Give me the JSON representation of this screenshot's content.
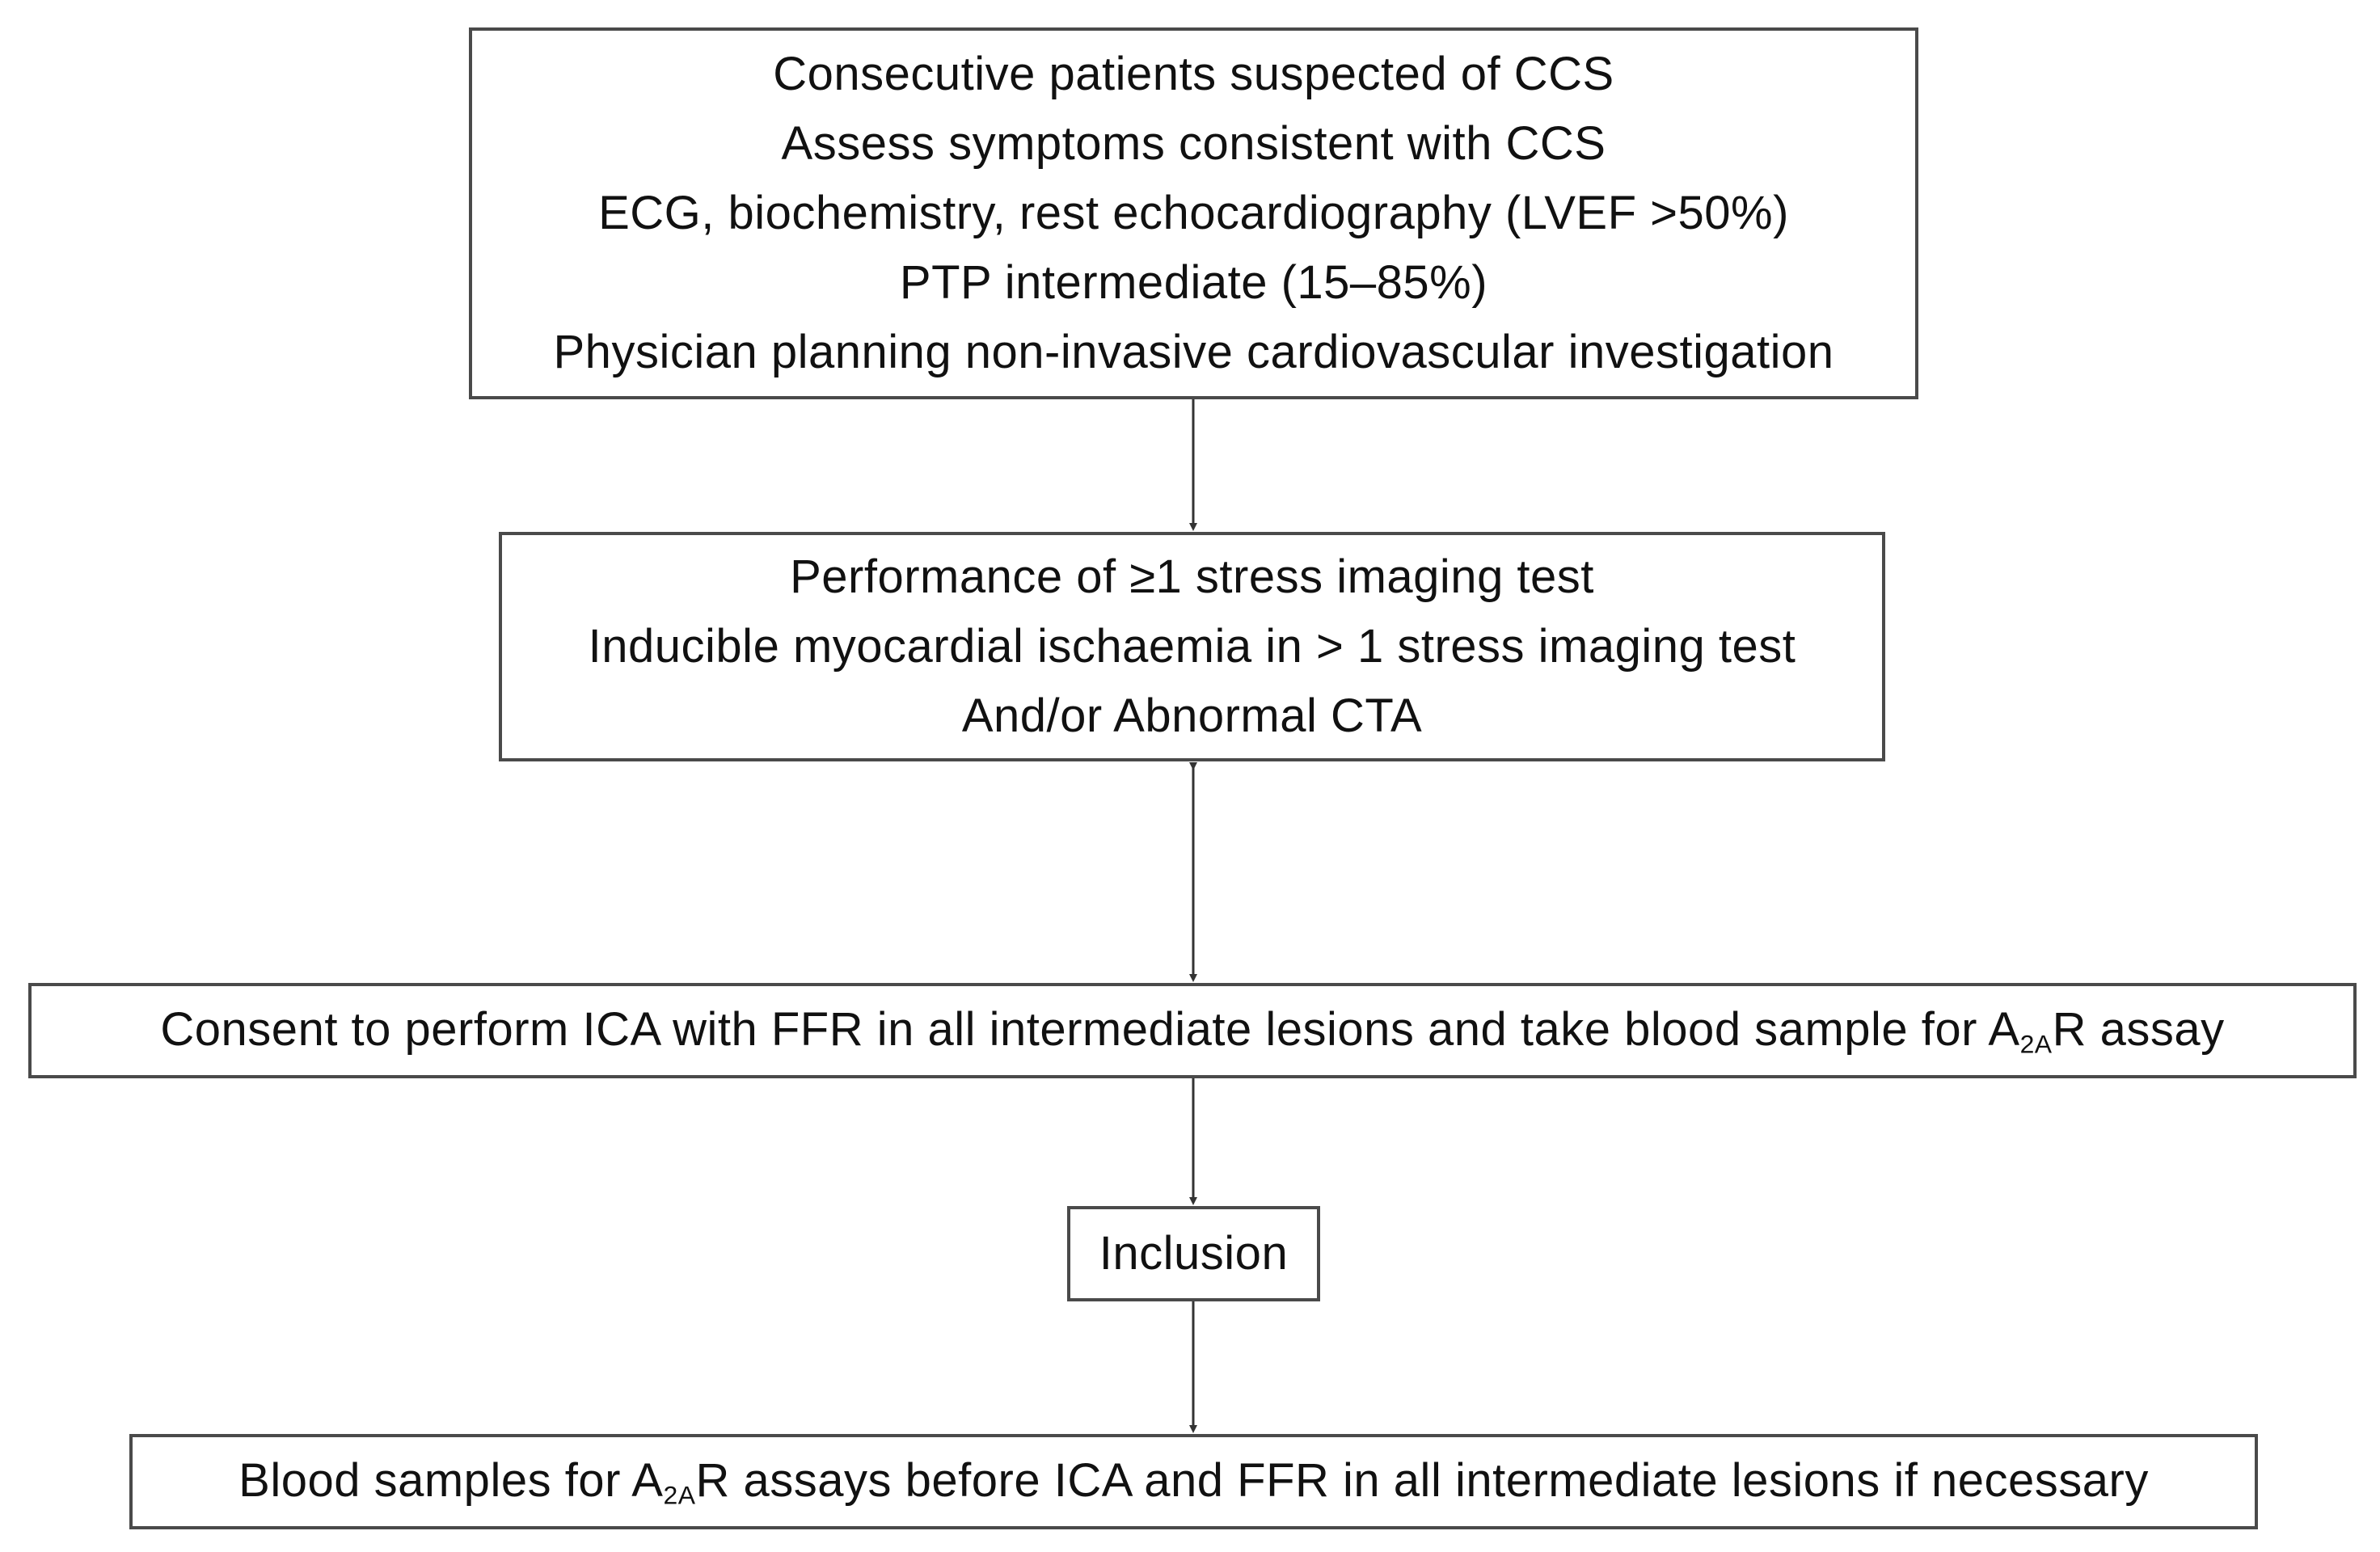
{
  "boxes": {
    "criteria": {
      "lines": [
        "Consecutive patients suspected of CCS",
        "Assess symptoms consistent with CCS",
        "ECG, biochemistry, rest echocardiography (LVEF >50%)",
        "PTP intermediate (15–85%)",
        "Physician planning non-invasive cardiovascular investigation"
      ]
    },
    "stress": {
      "lines": [
        "Performance of ≥1 stress imaging test",
        "Inducible myocardial ischaemia in > 1 stress imaging test",
        "And/or Abnormal CTA"
      ]
    },
    "consent": {
      "text_before": "Consent to perform ICA with FFR in all intermediate lesions and take blood sample for A",
      "subscript": "2A",
      "text_after": "R assay"
    },
    "inclusion": {
      "text": "Inclusion"
    },
    "samples": {
      "text_before": "Blood samples for A",
      "subscript": "2A",
      "text_after": "R assays before ICA and FFR in all intermediate lesions if necessary"
    }
  },
  "colors": {
    "border": "#4a4a4a",
    "arrow": "#333333",
    "text": "#111111"
  }
}
